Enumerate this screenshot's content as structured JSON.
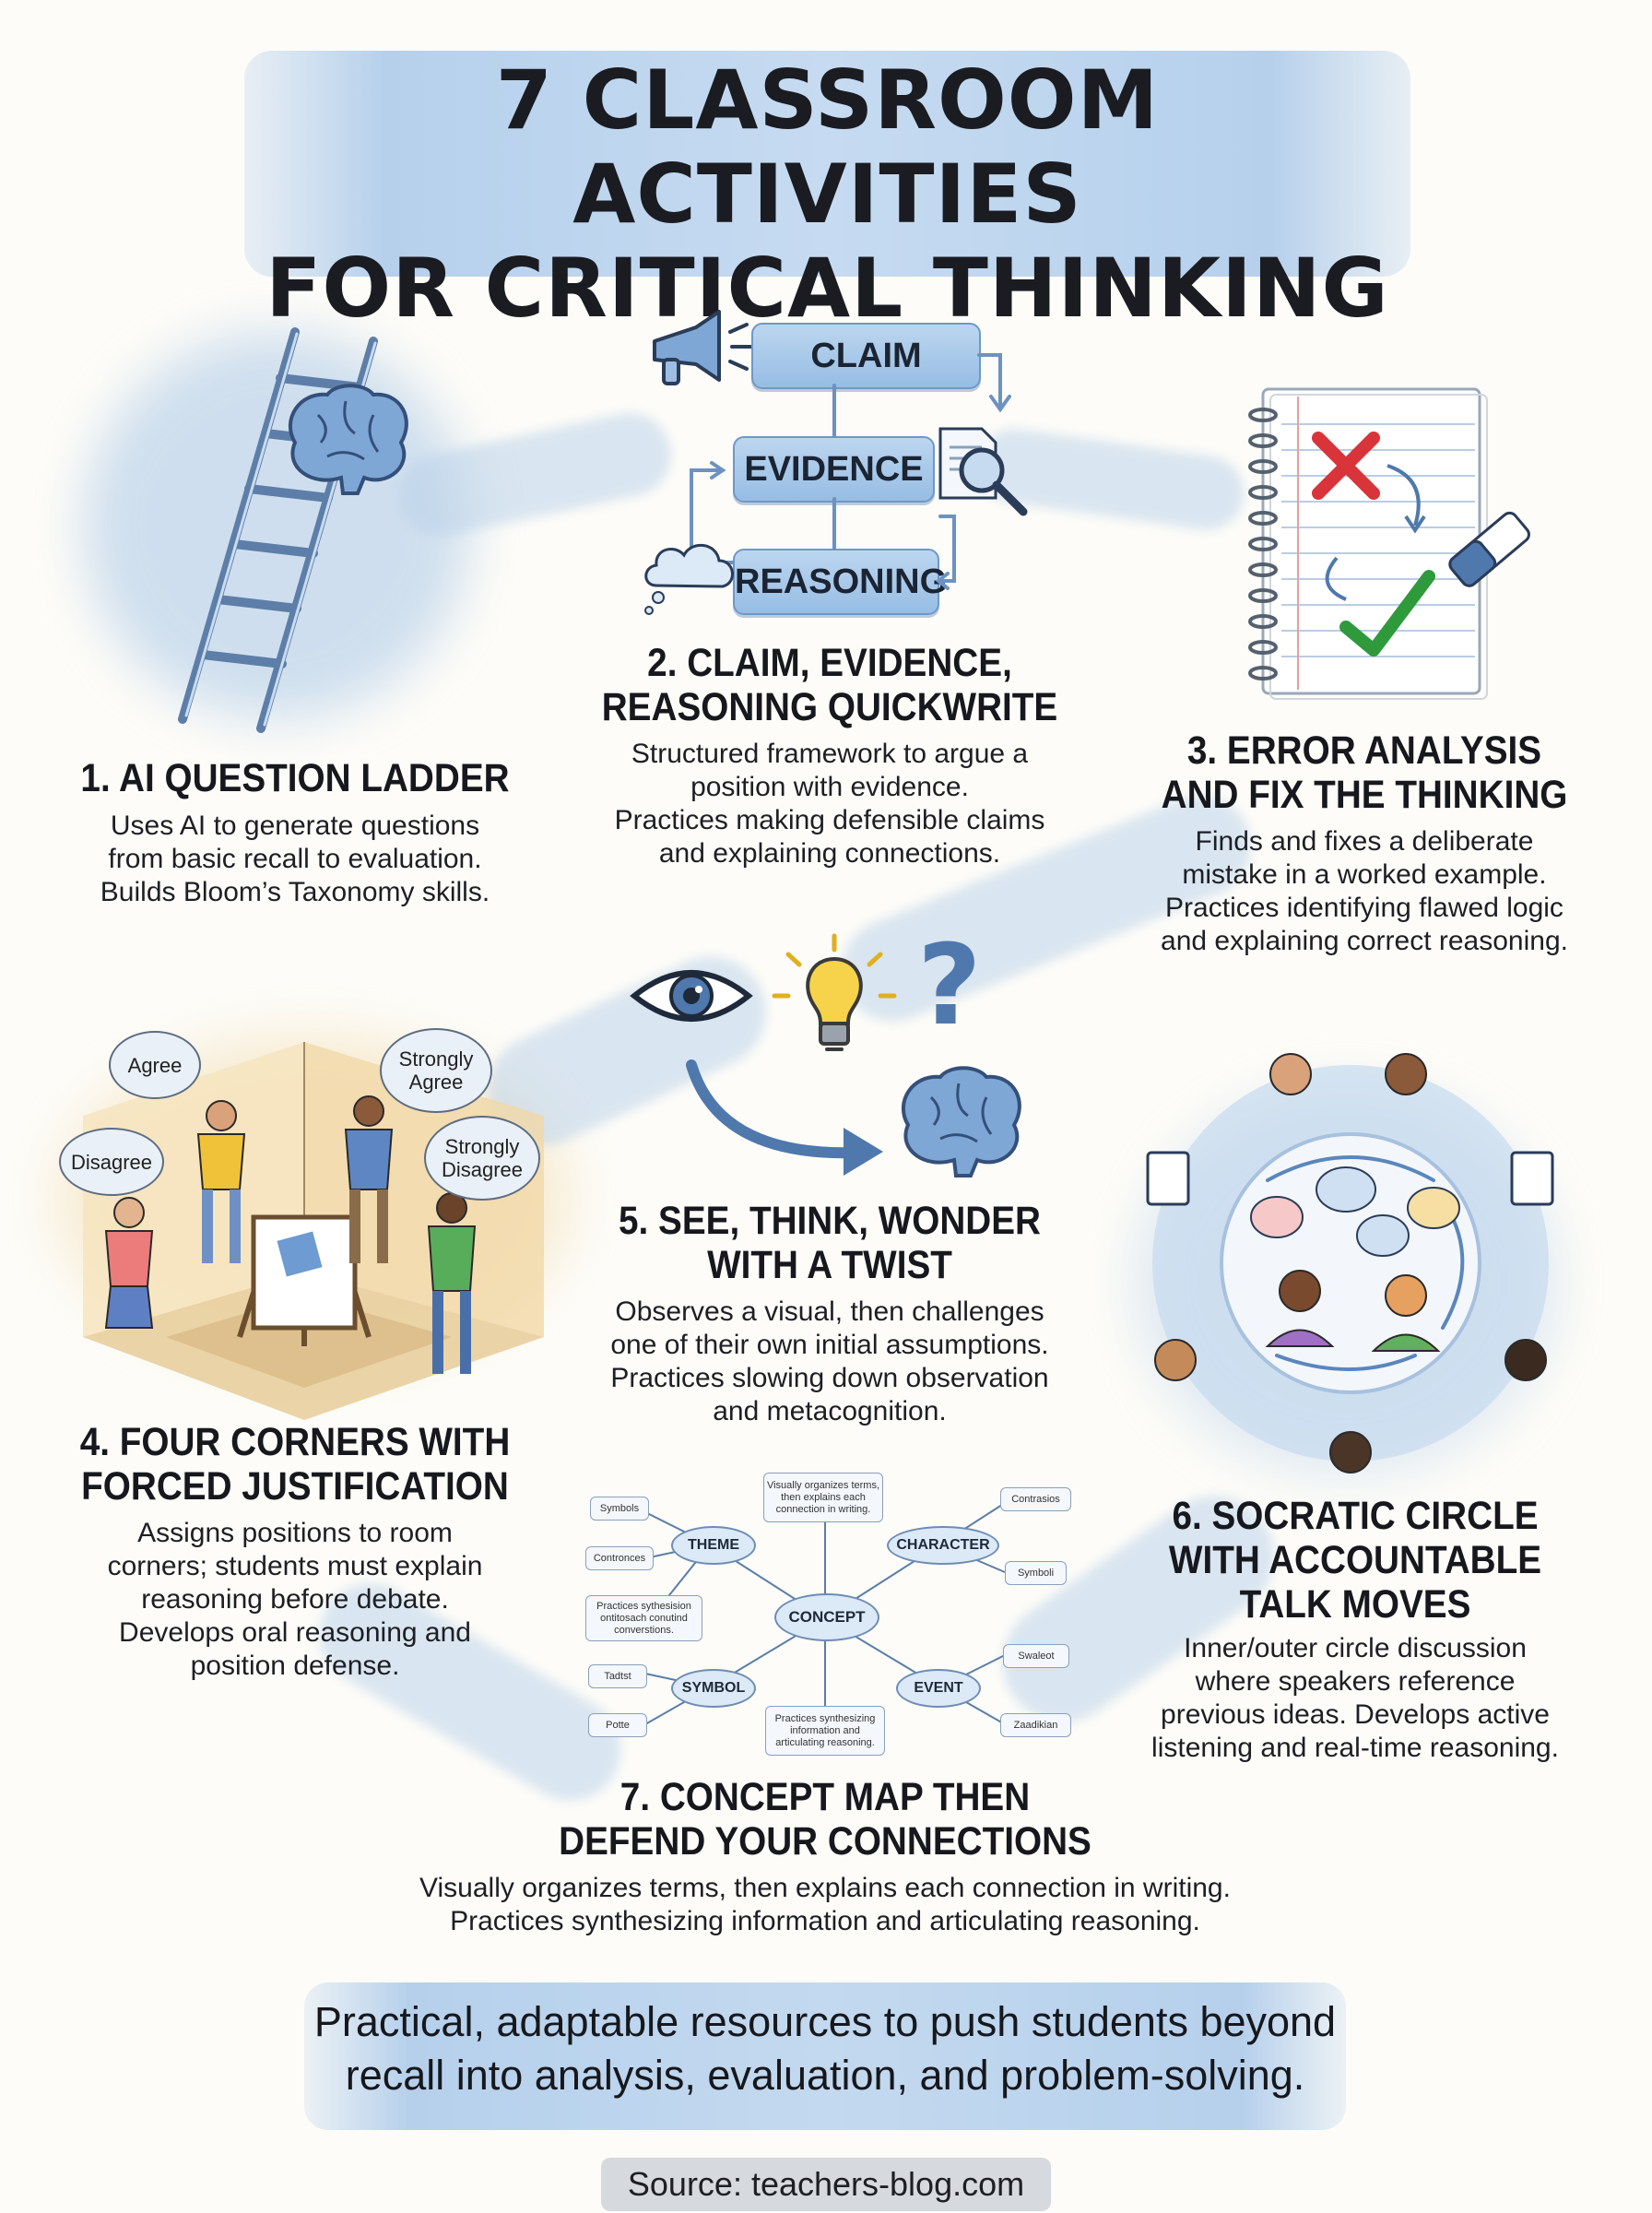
{
  "title": {
    "line1": "7 CLASSROOM ACTIVITIES",
    "line2": "FOR CRITICAL THINKING"
  },
  "activities": [
    {
      "title_lines": [
        "1. AI QUESTION LADDER"
      ],
      "desc_lines": [
        "Uses AI to generate questions",
        "from basic recall to evaluation.",
        "Builds Bloom’s Taxonomy skills."
      ]
    },
    {
      "title_lines": [
        "2. CLAIM, EVIDENCE,",
        "REASONING QUICKWRITE"
      ],
      "desc_lines": [
        "Structured framework to argue a",
        "position with evidence.",
        "Practices making defensible claims",
        "and explaining connections."
      ],
      "boxes": [
        "CLAIM",
        "EVIDENCE",
        "REASONING"
      ]
    },
    {
      "title_lines": [
        "3. ERROR ANALYSIS",
        "AND FIX THE THINKING"
      ],
      "desc_lines": [
        "Finds and fixes a deliberate",
        "mistake in a worked example.",
        "Practices identifying flawed logic",
        "and explaining correct reasoning."
      ]
    },
    {
      "title_lines": [
        "4. FOUR CORNERS WITH",
        "FORCED JUSTIFICATION"
      ],
      "desc_lines": [
        "Assigns positions to room",
        "corners; students must explain",
        "reasoning before debate.",
        "Develops oral reasoning and",
        "position defense."
      ],
      "bubbles": [
        "Agree",
        "Strongly Agree",
        "Disagree",
        "Strongly Disagree"
      ]
    },
    {
      "title_lines": [
        "5. SEE, THINK, WONDER",
        "WITH A TWIST"
      ],
      "desc_lines": [
        "Observes a visual, then challenges",
        "one of their own initial assumptions.",
        "Practices slowing down observation",
        "and metacognition."
      ]
    },
    {
      "title_lines": [
        "6. SOCRATIC CIRCLE",
        "WITH ACCOUNTABLE",
        "TALK MOVES"
      ],
      "desc_lines": [
        "Inner/outer circle discussion",
        "where speakers reference",
        "previous ideas. Develops active",
        "listening and real-time reasoning."
      ]
    },
    {
      "title_lines": [
        "7. CONCEPT MAP THEN",
        "DEFEND YOUR CONNECTIONS"
      ],
      "desc_lines": [
        "Visually organizes terms, then explains each connection in writing.",
        "Practices synthesizing information and articulating reasoning."
      ],
      "map": {
        "center": "CONCEPT",
        "nodes": [
          "THEME",
          "CHARACTER",
          "SYMBOL",
          "EVENT"
        ],
        "notes": [
          "Symbols",
          "Contrasios",
          "Contronces",
          "Symboli",
          "Tadtst",
          "Swaleot",
          "Potte",
          "Zaadikian"
        ],
        "box_top": "Visually organizes terms, then explains each connection in writing.",
        "box_left": "Practices sythesision ontitosach conutind converstions.",
        "box_bottom": "Practices synthesizing information and articulating reasoning."
      }
    }
  ],
  "tagline": {
    "line1": "Practical, adaptable resources to push students beyond",
    "line2": "recall into analysis, evaluation, and problem-solving."
  },
  "source": "Source: teachers-blog.com",
  "icons": [
    "ladder-icon",
    "brain-icon",
    "megaphone-icon",
    "magnifier-icon",
    "thought-cloud-icon",
    "notebook-icon",
    "eraser-icon",
    "eye-icon",
    "lightbulb-icon",
    "question-mark-icon"
  ],
  "colors": {
    "accent": "#7fa8d6",
    "title_band": "#b6d0ec",
    "box_blue": "#97bde4",
    "check_green": "#2f9a3c",
    "cross_red": "#d8343a"
  }
}
